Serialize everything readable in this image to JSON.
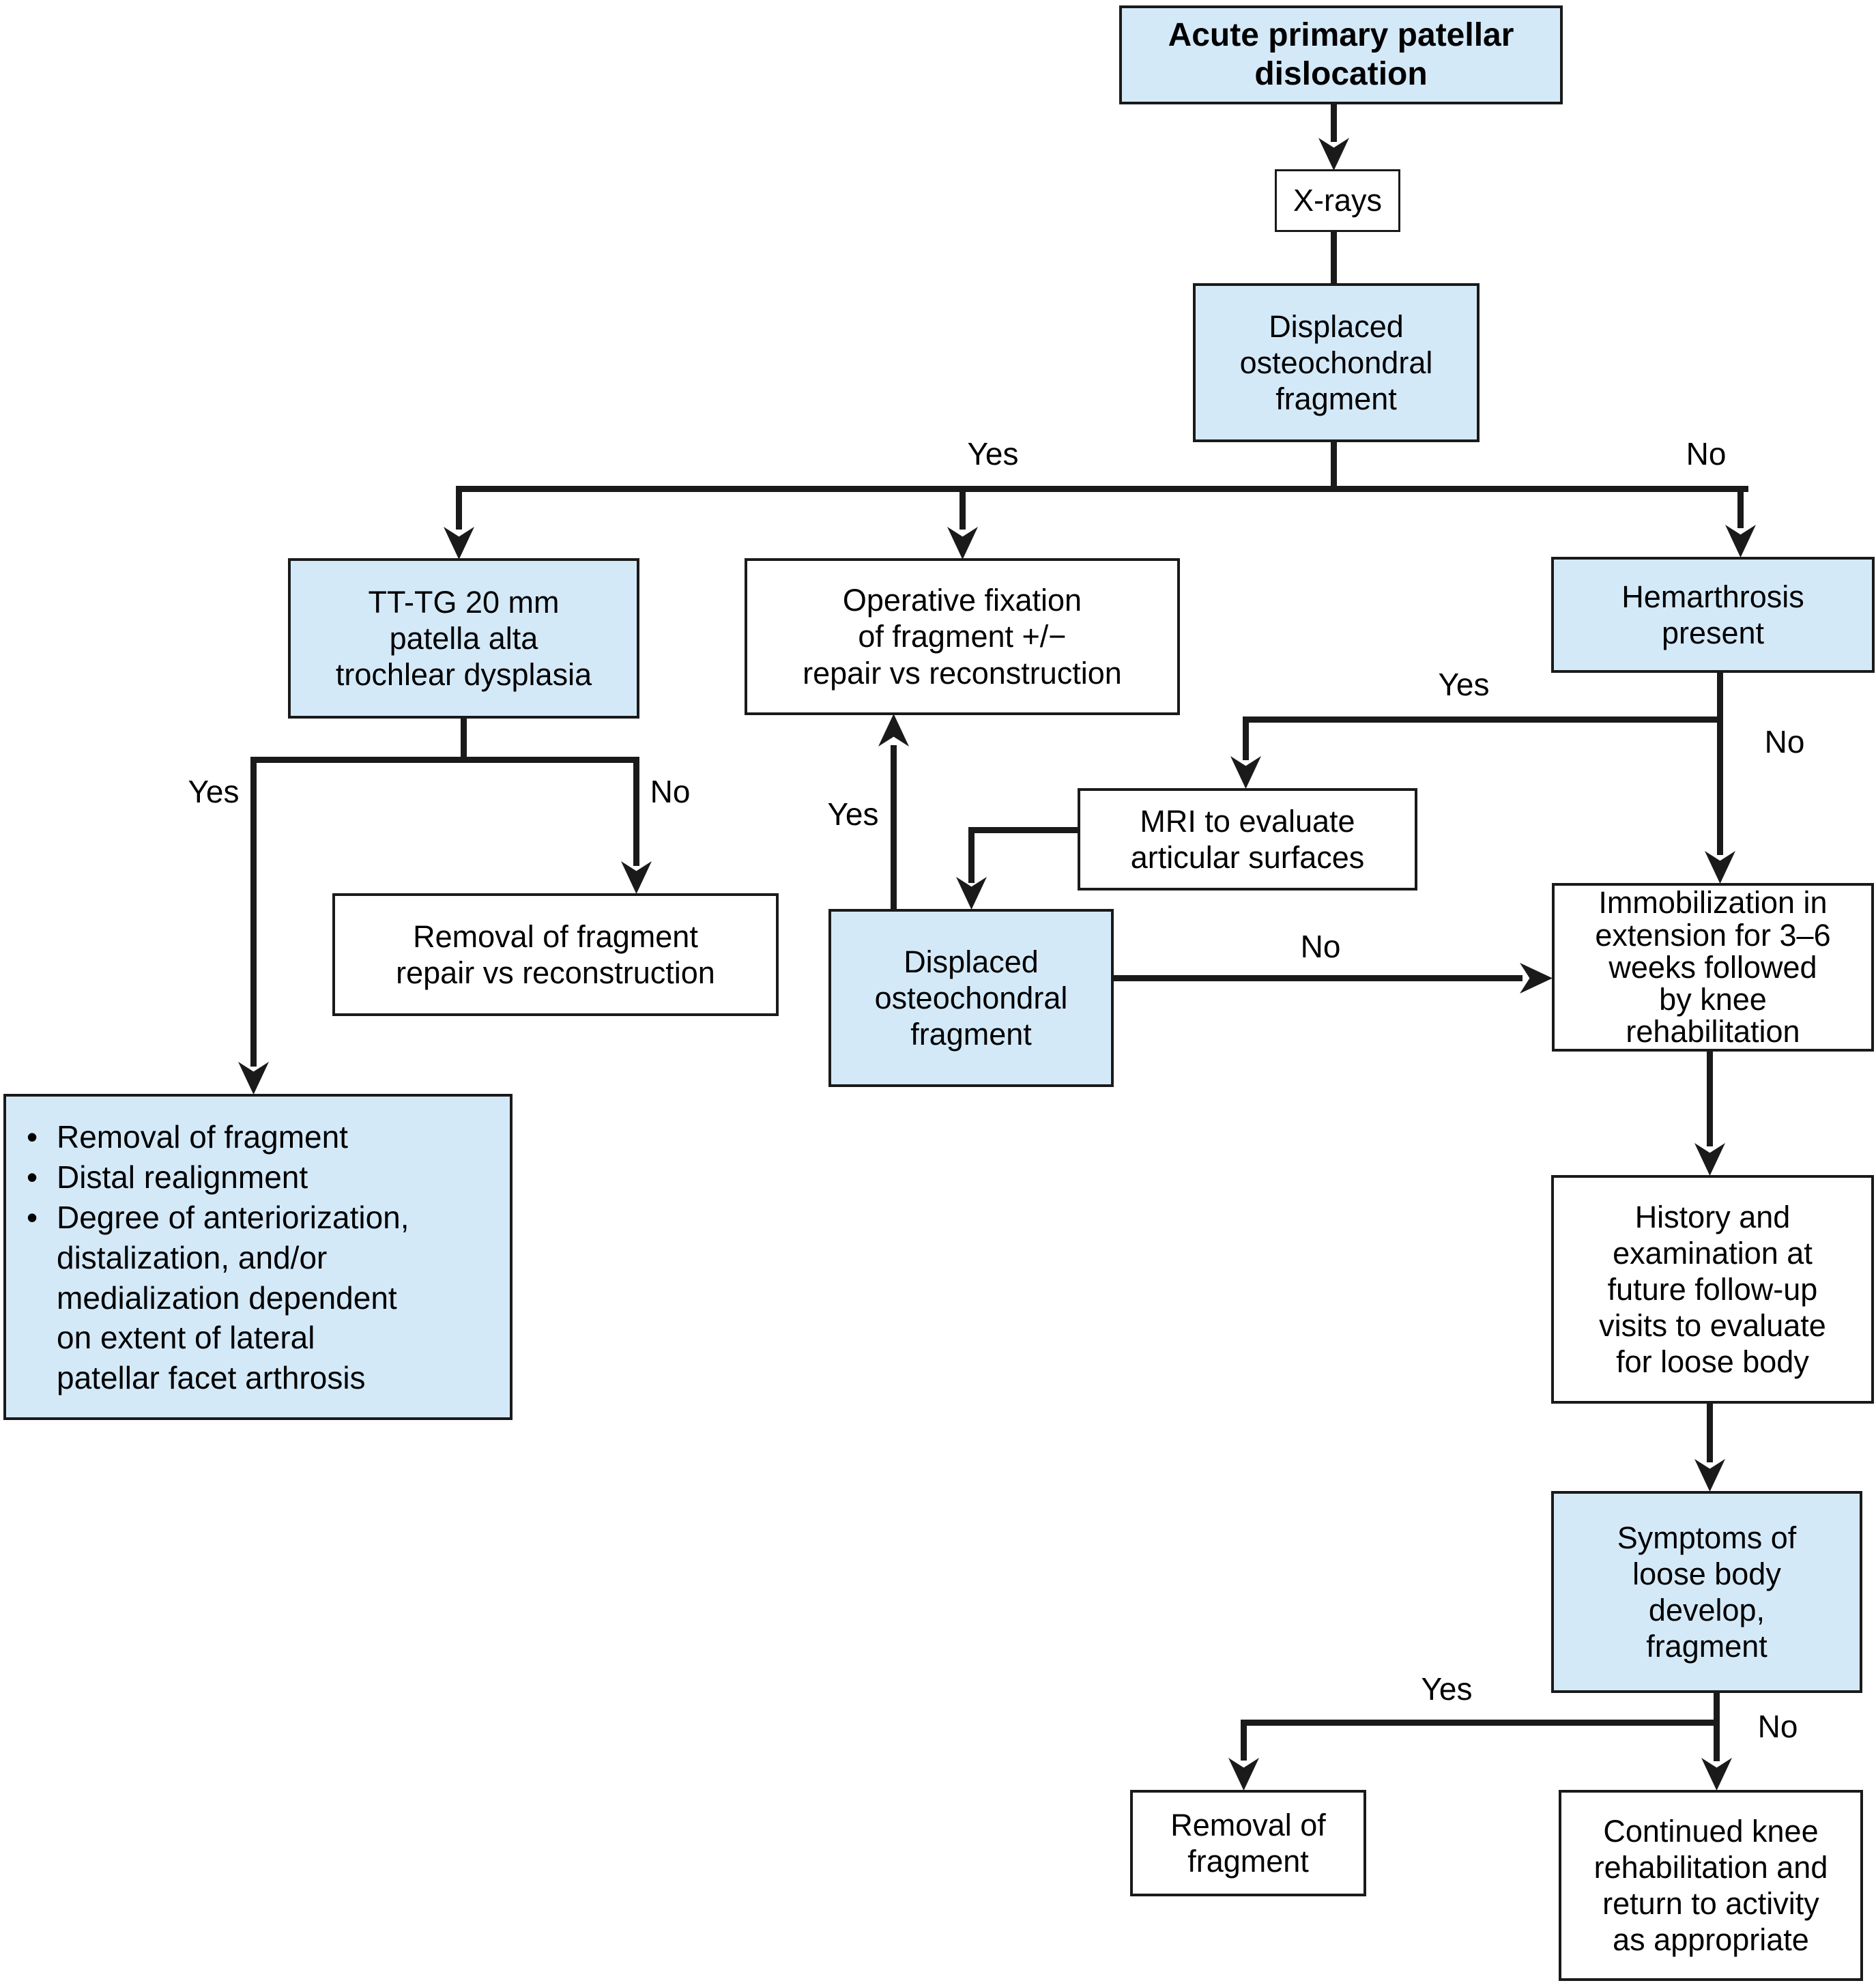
{
  "figure": {
    "type": "flowchart",
    "topic": "Acute primary patellar dislocation management"
  },
  "colors": {
    "node_fill_blue": "#d4e9f8",
    "node_fill_white": "#ffffff",
    "border": "#1a1a1a",
    "line": "#1a1a1a",
    "text": "#000000",
    "background": "#ffffff"
  },
  "nodes": {
    "title": {
      "lines": [
        "Acute primary patellar",
        "dislocation"
      ]
    },
    "xrays": {
      "lines": [
        "X-rays"
      ]
    },
    "displaced_initial": {
      "lines": [
        "Displaced",
        "osteochondral",
        "fragment"
      ]
    },
    "tttg": {
      "lines": [
        "TT-TG 20 mm",
        "patella alta",
        "trochlear dysplasia"
      ]
    },
    "operative_fixation": {
      "lines": [
        "Operative fixation",
        "of fragment +/−",
        "repair vs reconstruction"
      ]
    },
    "hemarthrosis": {
      "lines": [
        "Hemarthrosis",
        "present"
      ]
    },
    "removal_repair": {
      "lines": [
        "Removal of fragment",
        "repair vs reconstruction"
      ]
    },
    "realignment_criteria": {
      "marker": "•",
      "items": [
        [
          "Removal of fragment"
        ],
        [
          "Distal realignment"
        ],
        [
          "Degree of anteriorization,",
          "distalization, and/or",
          "medialization dependent",
          "on extent of lateral",
          "patellar facet arthrosis"
        ]
      ]
    },
    "mri": {
      "lines": [
        "MRI to evaluate",
        "articular surfaces"
      ]
    },
    "displaced_mri": {
      "lines": [
        "Displaced",
        "osteochondral",
        "fragment"
      ]
    },
    "immobilization": {
      "lines": [
        "Immobilization in",
        "extension for 3–6",
        "weeks followed",
        "by knee",
        "rehabilitation"
      ]
    },
    "history_exam": {
      "lines": [
        "History and",
        "examination at",
        "future follow-up",
        "visits to evaluate",
        "for loose body"
      ]
    },
    "symptoms": {
      "lines": [
        "Symptoms of",
        "loose body",
        "develop,",
        "fragment"
      ]
    },
    "removal_fragment": {
      "lines": [
        "Removal of",
        "fragment"
      ]
    },
    "continued_rehab": {
      "lines": [
        "Continued knee",
        "rehabilitation and",
        "return to activity",
        "as appropriate"
      ]
    }
  },
  "labels": {
    "xray_branch_yes": "Yes",
    "xray_branch_no": "No",
    "tttg_branch_yes": "Yes",
    "tttg_branch_no": "No",
    "hemarthrosis_branch_yes": "Yes",
    "hemarthrosis_branch_no": "No",
    "mri_fragment_yes": "Yes",
    "mri_fragment_no": "No",
    "symptoms_branch_yes": "Yes",
    "symptoms_branch_no": "No"
  }
}
